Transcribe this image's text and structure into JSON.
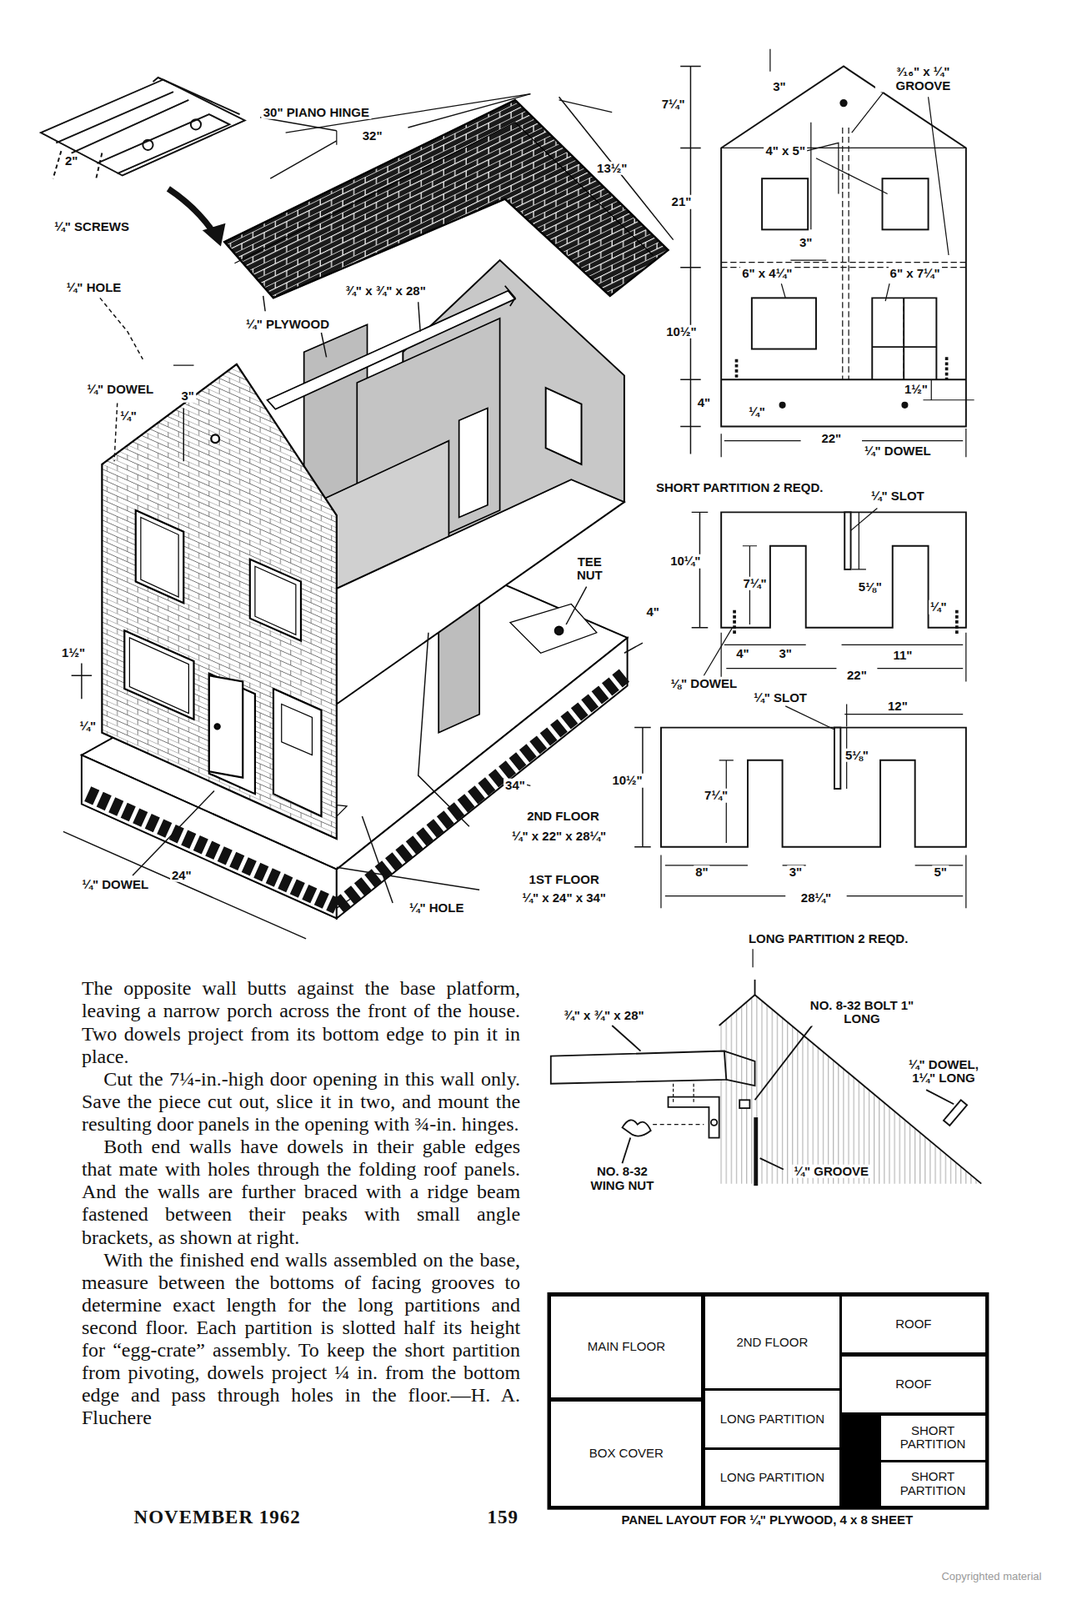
{
  "diagram": {
    "nodes": [
      {
        "text": [
          "MAIN FLOOR"
        ]
      },
      {
        "text": [
          "2ND FLOOR"
        ]
      },
      {
        "text": [
          "ROOF"
        ]
      },
      {
        "text": [
          "ROOF"
        ]
      },
      {
        "text": [
          "BOX COVER"
        ]
      },
      {
        "text": [
          "LONG PARTITION"
        ]
      },
      {
        "text": [
          "LONG PARTITION"
        ]
      },
      {
        "text": [
          "SHORT PARTITION"
        ]
      },
      {
        "text": [
          "SHORT PARTITION"
        ]
      }
    ],
    "labels": [
      "30\" PIANO HINGE",
      "32\"",
      "2\"",
      "¼\" SCREWS",
      "13½\"",
      "¼\" HOLE",
      "¾\" x ¾\" x 28\"",
      "¼\" PLYWOOD",
      "¼\" DOWEL",
      "3\"",
      "¼\"",
      "TEE NUT",
      "4\"",
      "1½\"",
      "¼\"",
      "34\"",
      "2ND FLOOR",
      "¼\" x 22\" x 28¼\"",
      "1ST FLOOR",
      "¼\" x 24\" x 34\"",
      "¼\" DOWEL",
      "24\"",
      "¼\" HOLE",
      "7¼\"",
      "3\"",
      "³⁄₁₆\" x ¼\" GROOVE",
      "21\"",
      "4\" x 5\"",
      "3\"",
      "6\" x 4¼\"",
      "6\" x 7¼\"",
      "10½\"",
      "4\"",
      "¼\"",
      "1½\"",
      "22\"",
      "¼\" DOWEL",
      "SHORT PARTITION 2 REQD.",
      "¼\" SLOT",
      "10¼\"",
      "7¼\"",
      "5⅛\"",
      "¼\"",
      "4\"",
      "3\"",
      "11\"",
      "22\"",
      "⅛\" DOWEL",
      "¼\" SLOT",
      "12\"",
      "5⅛\"",
      "10½\"",
      "7¼\"",
      "8\"",
      "3\"",
      "5\"",
      "28¼\"",
      "LONG PARTITION 2 REQD.",
      "¾\" x ¾\" x 28\"",
      "NO. 8-32 BOLT 1\" LONG",
      "¼\" DOWEL, 1¼\" LONG",
      "NO. 8-32 WING NUT",
      "¼\" GROOVE",
      "The opposite wall butts against the base platform, leaving a narrow porch across the front of the house. Two dowels project from its bottom edge to pin it in place.",
      "Cut the 7¼-in.-high door opening in this wall only. Save the piece cut out, slice it in two, and mount the resulting door panels in the opening with ¾-in. hinges.",
      "Both end walls have dowels in their gable edges that mate with holes through the folding roof panels. And the walls are further braced with a ridge beam fastened between their peaks with small angle brackets, as shown at right.",
      "With the finished end walls assembled on the base, measure between the bottoms of facing grooves to determine exact length for the long partitions and second floor. Each partition is slotted half its height for “egg-crate” assembly. To keep the short partition from pivoting, dowels project ¼ in. from the bottom edge and pass through holes in the floor.—H. A. Fluchere",
      "NOVEMBER 1962",
      "159",
      "PANEL LAYOUT FOR ¼\" PLYWOOD, 4 x 8 SHEET",
      "Copyrighted material"
    ]
  }
}
